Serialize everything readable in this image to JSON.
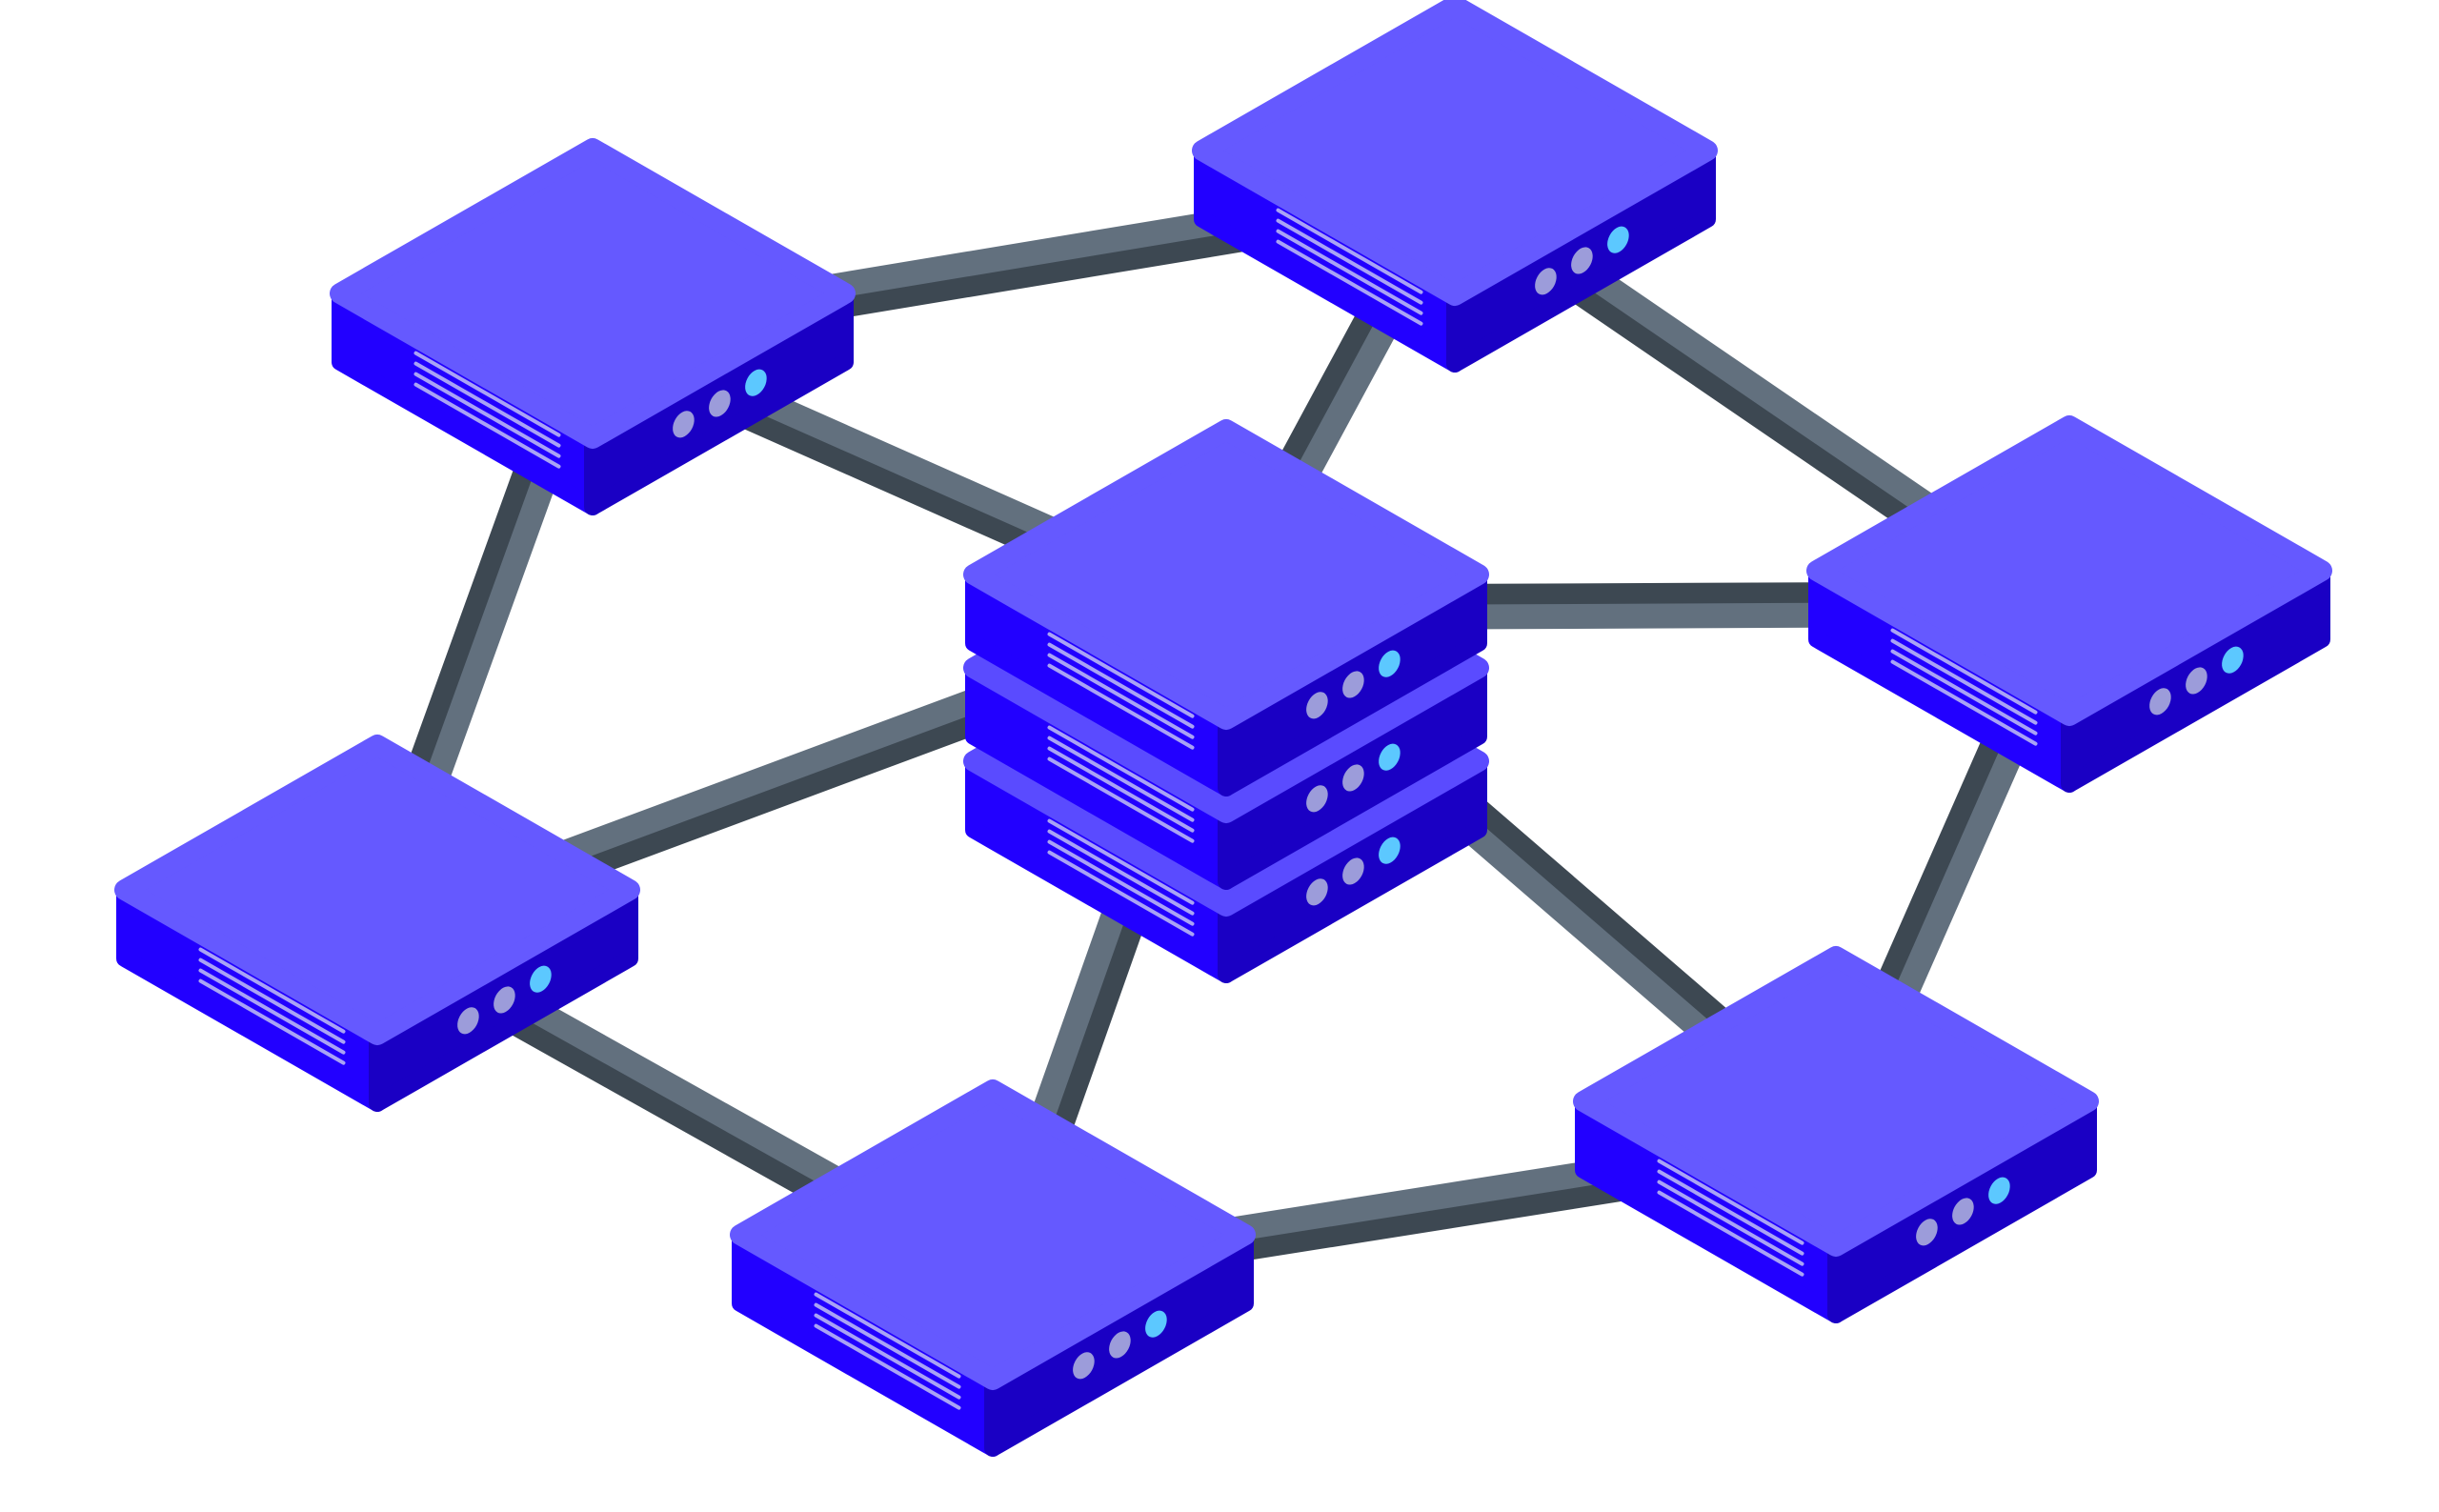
{
  "diagram": {
    "kind": "isometric-network-topology",
    "background": "#ffffff",
    "colors": {
      "device_top": "#6559FF",
      "device_front": "#2200FF",
      "device_side": "#1A00C4",
      "device_separator": "#5A4BFF",
      "vent_stripe": "#A9A3F5",
      "led_grey": "#9C9CDA",
      "led_blue": "#5CC8FF",
      "cable_light": "#62707E",
      "cable_dark": "#3D4852"
    },
    "nodes": [
      {
        "id": "node-top-left",
        "role": "router",
        "icon": "router-icon",
        "layers": 1,
        "led_colors": [
          "grey",
          "grey",
          "blue"
        ]
      },
      {
        "id": "node-top-right",
        "role": "router",
        "icon": "router-icon",
        "layers": 1,
        "led_colors": [
          "grey",
          "grey",
          "blue"
        ]
      },
      {
        "id": "node-right",
        "role": "router",
        "icon": "router-icon",
        "layers": 1,
        "led_colors": [
          "grey",
          "grey",
          "blue"
        ]
      },
      {
        "id": "node-left",
        "role": "router",
        "icon": "router-icon",
        "layers": 1,
        "led_colors": [
          "grey",
          "grey",
          "blue"
        ]
      },
      {
        "id": "node-bottom-center",
        "role": "router",
        "icon": "router-icon",
        "layers": 1,
        "led_colors": [
          "grey",
          "grey",
          "blue"
        ]
      },
      {
        "id": "node-bottom-right",
        "role": "router",
        "icon": "router-icon",
        "layers": 1,
        "led_colors": [
          "grey",
          "grey",
          "blue"
        ]
      },
      {
        "id": "central-server",
        "role": "server-stack",
        "icon": "server-stack-icon",
        "layers": 3,
        "led_colors": [
          "grey",
          "grey",
          "blue"
        ]
      }
    ],
    "links": [
      [
        "node-top-left",
        "node-top-right"
      ],
      [
        "node-top-left",
        "node-left"
      ],
      [
        "node-top-left",
        "central-server"
      ],
      [
        "node-top-right",
        "node-right"
      ],
      [
        "node-top-right",
        "central-server"
      ],
      [
        "node-left",
        "central-server"
      ],
      [
        "node-left",
        "node-bottom-center"
      ],
      [
        "node-right",
        "central-server"
      ],
      [
        "node-right",
        "node-bottom-right"
      ],
      [
        "node-bottom-center",
        "central-server"
      ],
      [
        "node-bottom-center",
        "node-bottom-right"
      ],
      [
        "node-bottom-right",
        "central-server"
      ]
    ]
  }
}
